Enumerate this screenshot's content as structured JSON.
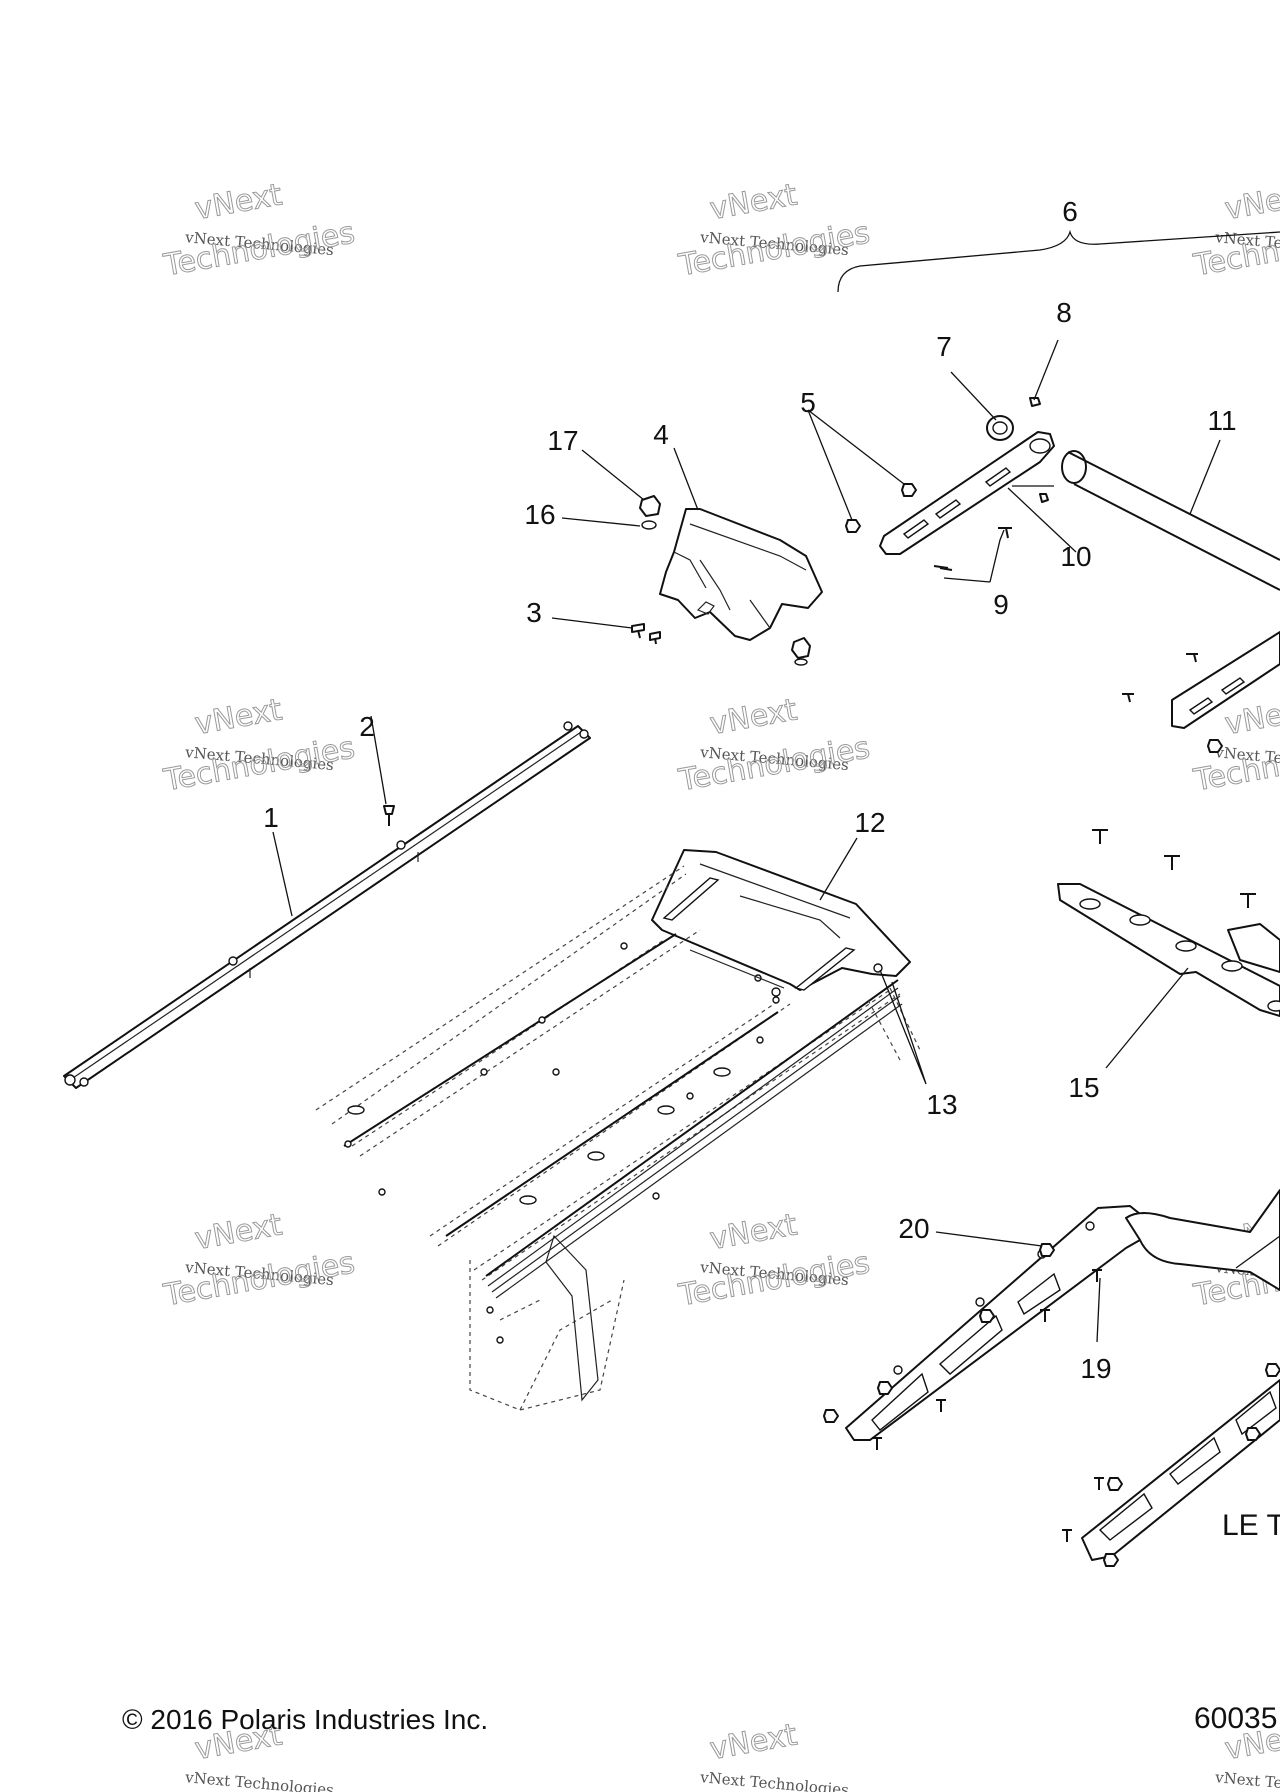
{
  "callouts": {
    "c1": "1",
    "c2": "2",
    "c3": "3",
    "c4": "4",
    "c5": "5",
    "c6": "6",
    "c7": "7",
    "c8": "8",
    "c9": "9",
    "c10": "10",
    "c11": "11",
    "c12": "12",
    "c13": "13",
    "c15": "15",
    "c16": "16",
    "c17": "17",
    "c19": "19",
    "c20": "20"
  },
  "side_label": "LE T",
  "footer": {
    "copyright": "© 2016 Polaris Industries Inc.",
    "diagram_number": "60035"
  },
  "watermark": {
    "line1": "vNext Technologies",
    "line2": "vNext",
    "line3": "Technologies"
  }
}
